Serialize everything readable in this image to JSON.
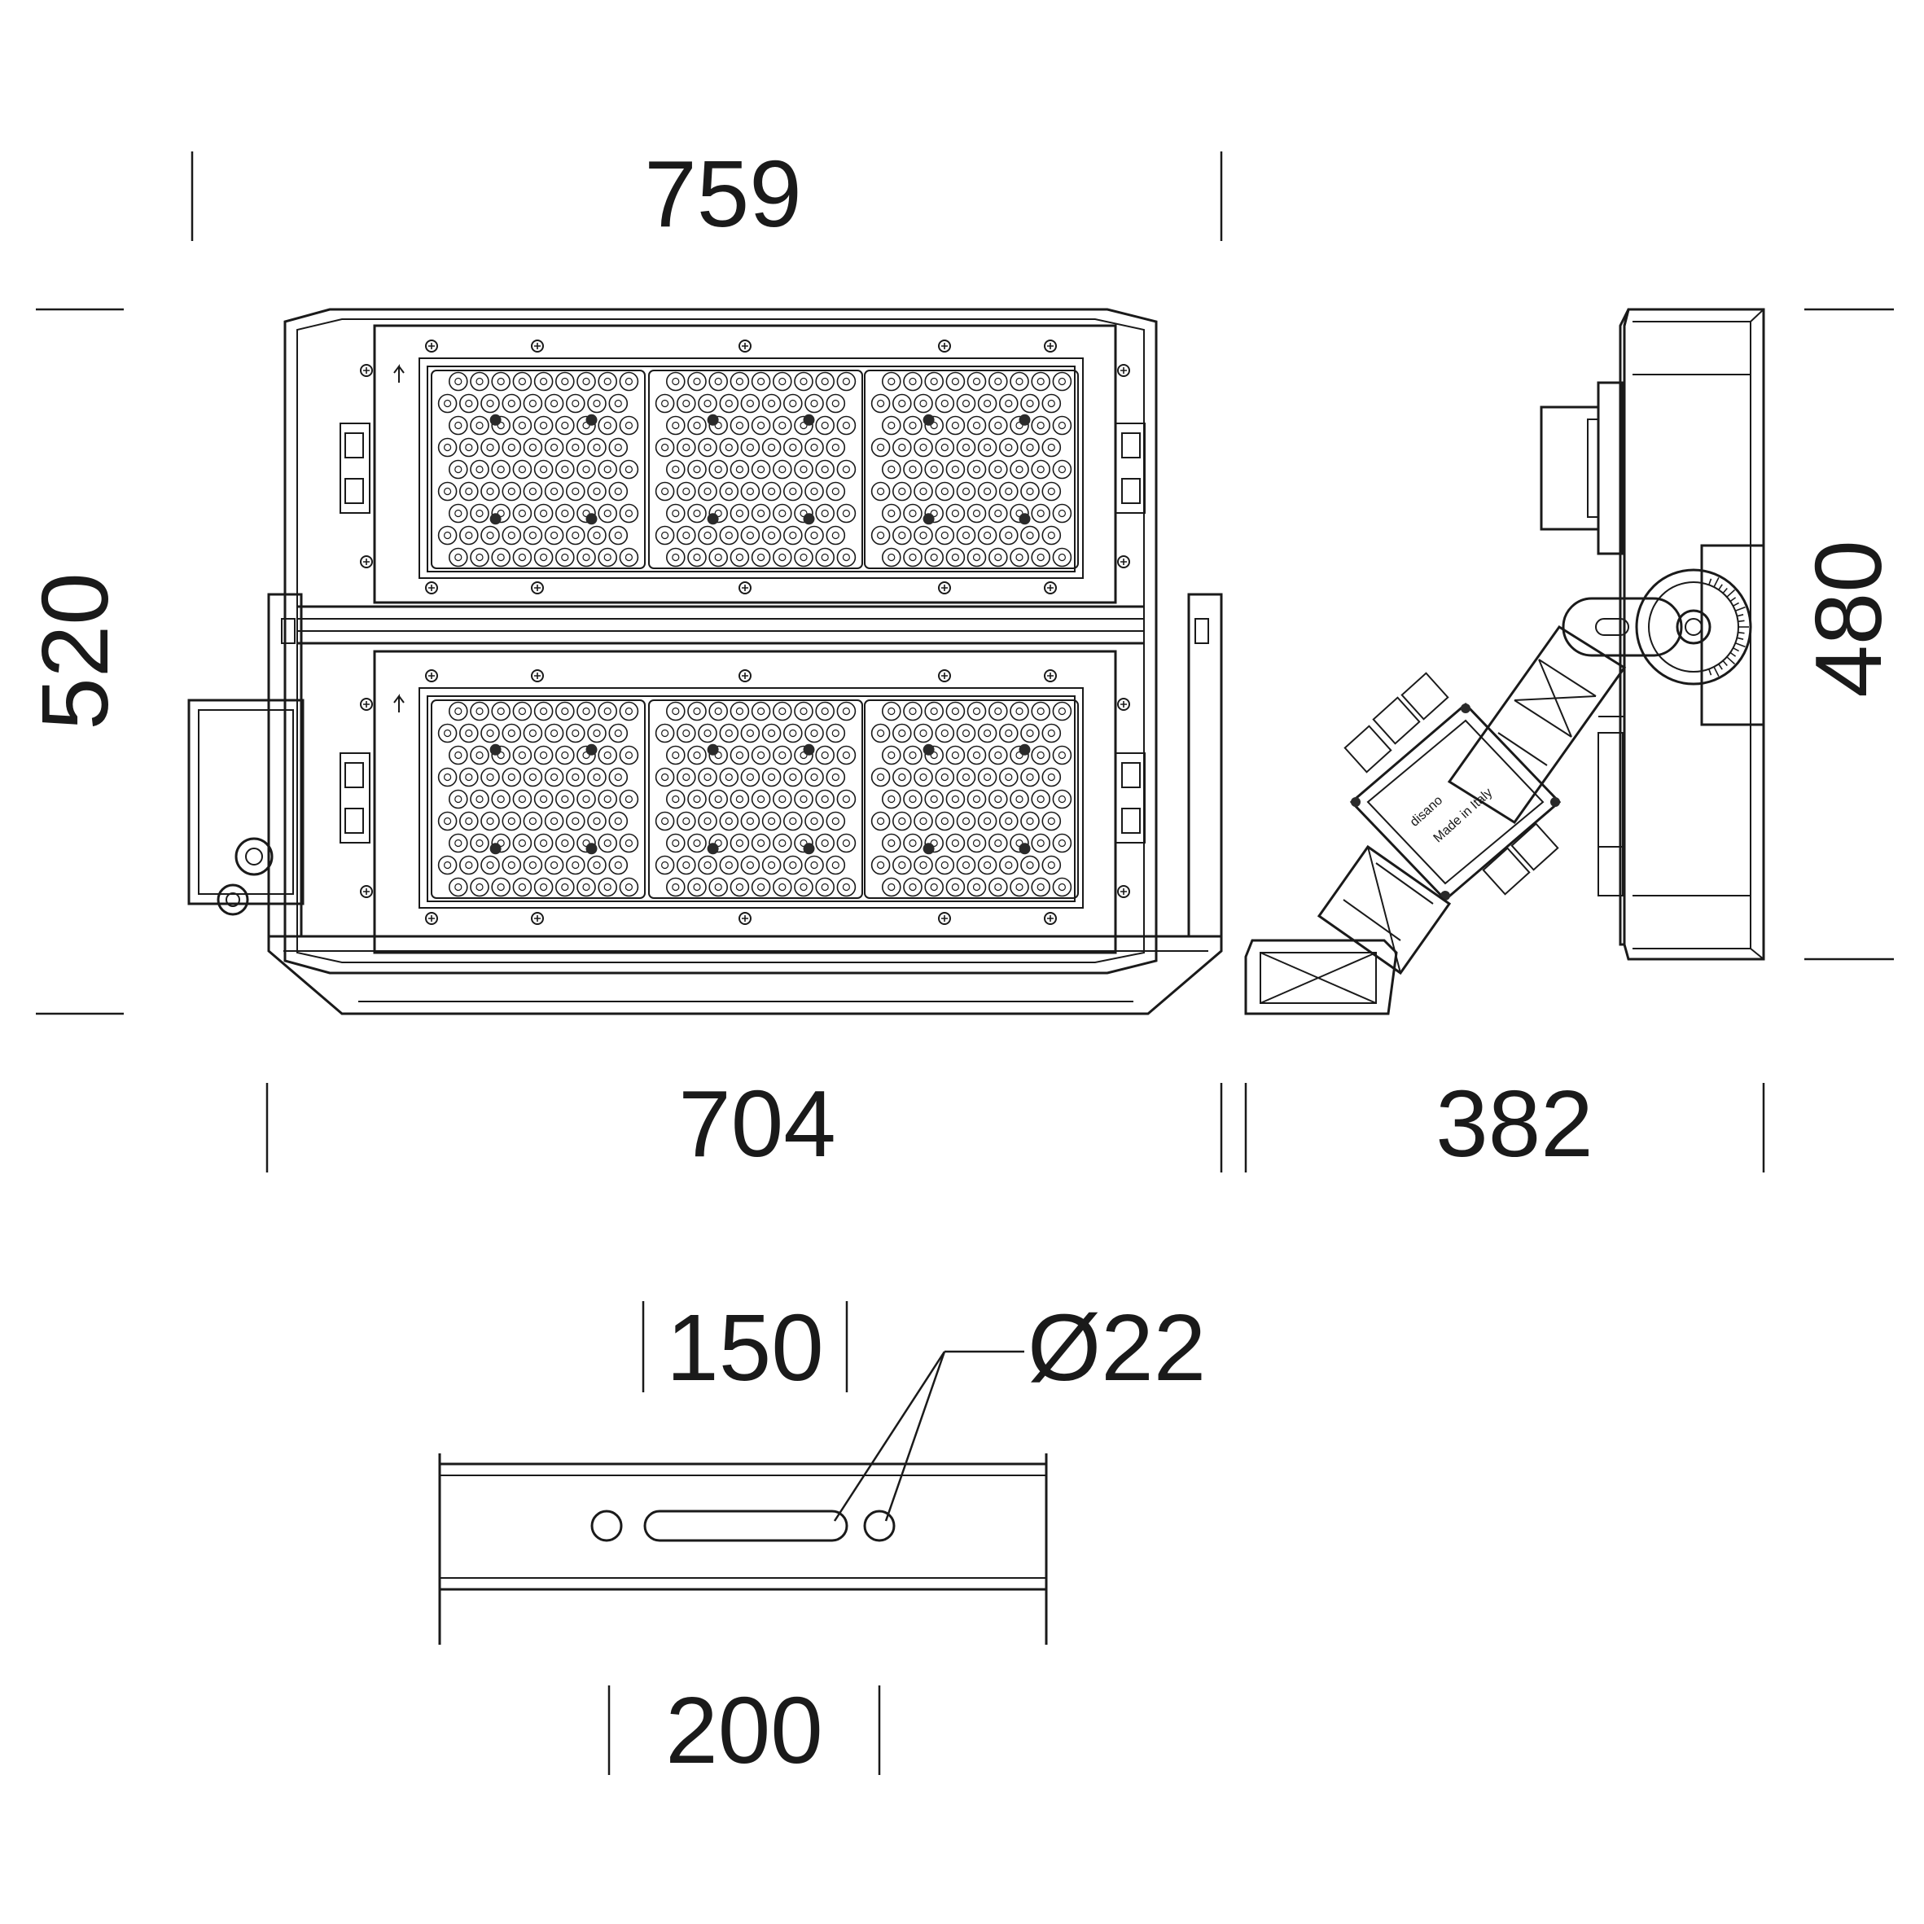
{
  "dimensions": {
    "overall_width": "759",
    "overall_height": "520",
    "base_width": "704",
    "side_depth": "382",
    "side_height": "480",
    "bracket_hole_spacing": "150",
    "hole_diameter": "Ø22",
    "bracket_length": "200"
  },
  "label_plate": {
    "brand": "disano",
    "origin": "Made in Italy"
  }
}
